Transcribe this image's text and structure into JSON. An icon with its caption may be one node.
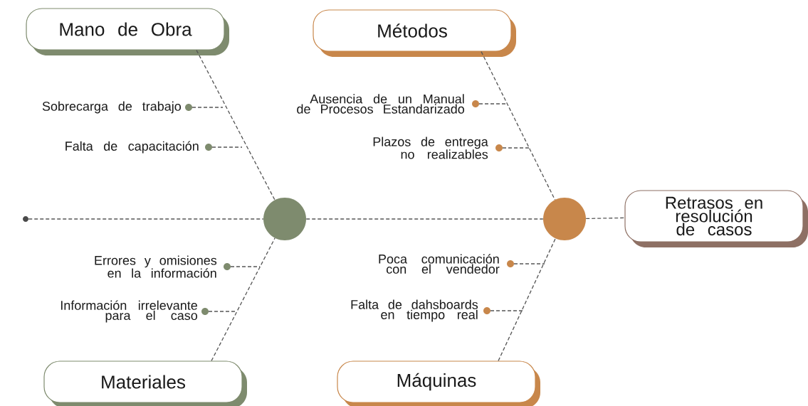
{
  "diagram": {
    "nodes": [
      {
        "text": [
          "Mano de Obra"
        ]
      },
      {
        "text": [
          "Métodos"
        ]
      },
      {
        "text": [
          "Retrasos en resolución de casos"
        ]
      },
      {
        "text": [
          "Materiales"
        ]
      },
      {
        "text": [
          "Máquinas"
        ]
      },
      {
        "text": [],
        "shape": "circle"
      },
      {
        "text": [],
        "shape": "circle"
      },
      {
        "text": [],
        "shape": "circle"
      },
      {
        "text": [
          "Sobrecarga de trabajo"
        ]
      },
      {
        "text": [
          "Falta de capacitación"
        ]
      },
      {
        "text": [
          "Errores y omisiones en la información"
        ]
      },
      {
        "text": [
          "Información irrelevante para el caso"
        ]
      },
      {
        "text": [
          "Ausencia de un Manual de Procesos Estandarizado"
        ]
      },
      {
        "text": [
          "Plazos de entrega no realizables"
        ]
      },
      {
        "text": [
          "Poca comunicación con el vendedor"
        ]
      },
      {
        "text": [
          "Falta de dahsboards en tiempo real"
        ]
      }
    ],
    "edges": [
      {
        "from": 0,
        "to": 6,
        "arrow": "none"
      },
      {
        "from": 3,
        "to": 6,
        "arrow": "none"
      },
      {
        "from": 1,
        "to": 7,
        "arrow": "none"
      },
      {
        "from": 4,
        "to": 7,
        "arrow": "none"
      },
      {
        "from": 5,
        "to": 6,
        "arrow": "none"
      },
      {
        "from": 6,
        "to": 7,
        "arrow": "none"
      },
      {
        "from": 7,
        "to": 2,
        "arrow": "none"
      },
      {
        "from": 8,
        "to": null,
        "arrow": "none"
      },
      {
        "from": 9,
        "to": null,
        "arrow": "none"
      },
      {
        "from": 10,
        "to": null,
        "arrow": "none"
      },
      {
        "from": 11,
        "to": null,
        "arrow": "none"
      },
      {
        "from": 12,
        "to": null,
        "arrow": "none"
      },
      {
        "from": 13,
        "to": null,
        "arrow": "none"
      },
      {
        "from": 14,
        "to": null,
        "arrow": "none"
      },
      {
        "from": 15,
        "to": null,
        "arrow": "none"
      }
    ]
  }
}
